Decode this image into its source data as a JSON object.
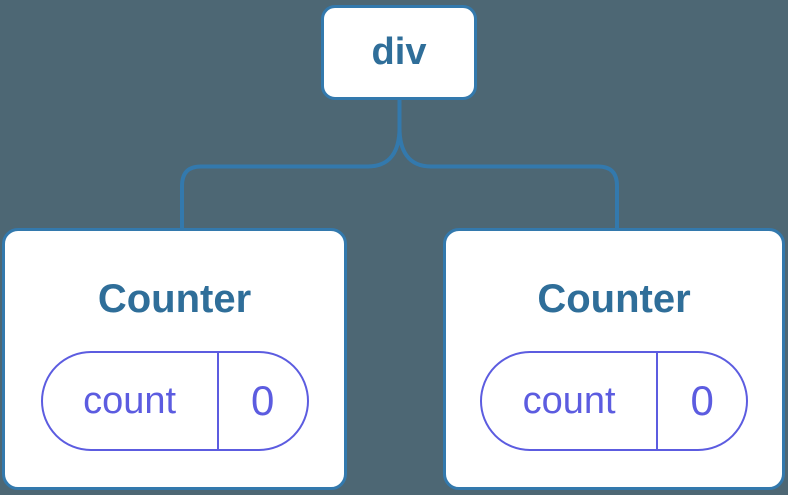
{
  "diagram": {
    "root": {
      "label": "div"
    },
    "children": [
      {
        "title": "Counter",
        "state": {
          "key": "count",
          "value": "0"
        }
      },
      {
        "title": "Counter",
        "state": {
          "key": "count",
          "value": "0"
        }
      }
    ]
  },
  "colors": {
    "background": "#4D6774",
    "node_background": "#FFFFFF",
    "node_border": "#3379AD",
    "connector_line": "#3379AD",
    "heading_text": "#2F6E99",
    "state_accent": "#5C5CE0"
  }
}
